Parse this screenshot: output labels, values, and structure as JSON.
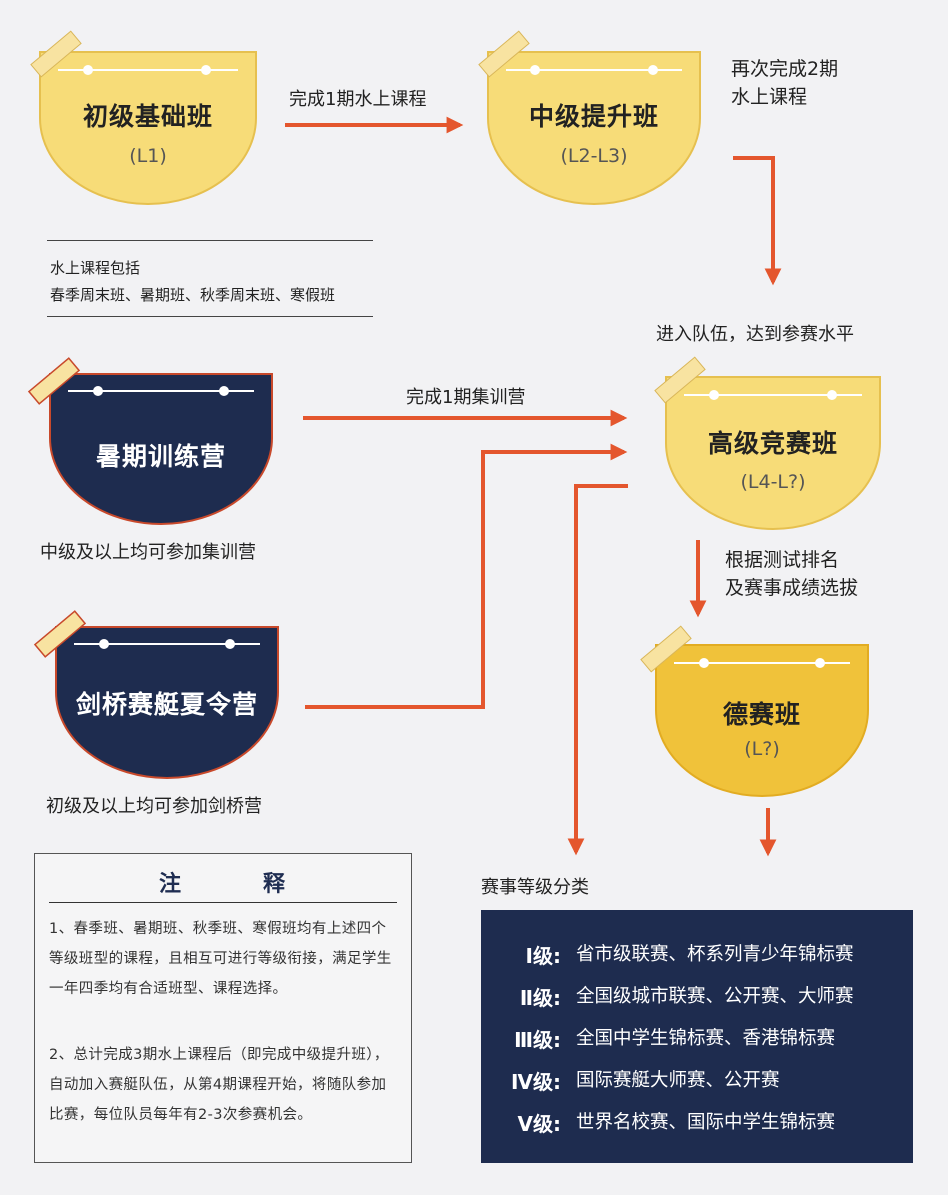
{
  "colors": {
    "background": "#f2f2f4",
    "arrow": "#e4562d",
    "card_light": "#f7dc78",
    "card_light_border": "#e6c04f",
    "card_gold": "#f0c23a",
    "card_dark": "#1e2c4f",
    "card_dark_border": "#c8492b",
    "tape": "#f8e3a1"
  },
  "cards": {
    "l1": {
      "title": "初级基础班",
      "level": "(L1)"
    },
    "l2": {
      "title": "中级提升班",
      "level": "(L2-L3)"
    },
    "l4": {
      "title": "高级竞赛班",
      "level": "(L4-L?)"
    },
    "de": {
      "title": "德赛班",
      "level": "(L?)"
    },
    "summer_camp": {
      "title": "暑期训练营"
    },
    "cambridge_camp": {
      "title": "剑桥赛艇夏令营"
    }
  },
  "labels": {
    "l1_to_l2": "完成1期水上课程",
    "l2_to_l4_line1": "再次完成2期",
    "l2_to_l4_line2": "水上课程",
    "water_courses_line1": "水上课程包括",
    "water_courses_line2": "春季周末班、暑期班、秋季周末班、寒假班",
    "enter_team": "进入队伍，达到参赛水平",
    "camp_to_l4": "完成1期集训营",
    "summer_camp_note": "中级及以上均可参加集训营",
    "cambridge_note": "初级及以上均可参加剑桥营",
    "l4_to_de_line1": "根据测试排名",
    "l4_to_de_line2": "及赛事成绩选拔",
    "competition_levels": "赛事等级分类"
  },
  "notes": {
    "title_left": "注",
    "title_right": "释",
    "paragraph1": "1、春季班、暑期班、秋季班、寒假班均有上述四个等级班型的课程，且相互可进行等级衔接，满足学生一年四季均有合适班型、课程选择。",
    "paragraph2": "2、总计完成3期水上课程后（即完成中级提升班），自动加入赛艇队伍，从第4期课程开始，将随队参加比赛，每位队员每年有2-3次参赛机会。"
  },
  "levels": [
    {
      "name": "Ⅰ级:",
      "desc": "省市级联赛、杯系列青少年锦标赛"
    },
    {
      "name": "Ⅱ级:",
      "desc": "全国级城市联赛、公开赛、大师赛"
    },
    {
      "name": "Ⅲ级:",
      "desc": "全国中学生锦标赛、香港锦标赛"
    },
    {
      "name": "Ⅳ级:",
      "desc": "国际赛艇大师赛、公开赛"
    },
    {
      "name": "Ⅴ级:",
      "desc": "世界名校赛、国际中学生锦标赛"
    }
  ]
}
